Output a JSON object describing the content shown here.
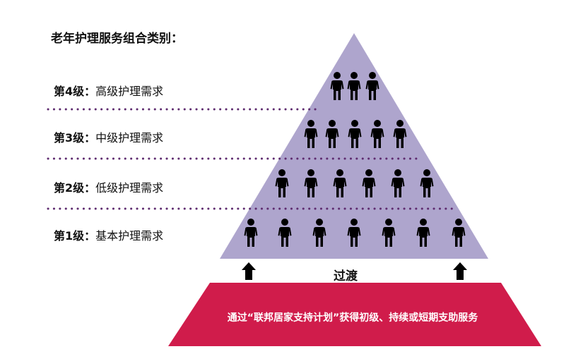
{
  "title": "老年护理服务组合类别：",
  "levels": [
    {
      "label": "第4级",
      "colon": "：",
      "desc": "高级护理需求",
      "people": 3
    },
    {
      "label": "第3级",
      "colon": "：",
      "desc": "中级护理需求",
      "people": 5
    },
    {
      "label": "第2级",
      "colon": "：",
      "desc": "低级护理需求",
      "people": 6
    },
    {
      "label": "第1级",
      "colon": "：",
      "desc": "基本护理需求",
      "people": 7
    }
  ],
  "transition_label": "过渡",
  "base_text": "通过“联邦居家支持计划”获得初级、持续或短期支助服务",
  "colors": {
    "pyramid": "#aea5cd",
    "base": "#d01c4b",
    "dots": "#5e2b6f",
    "person": "#000000",
    "arrow": "#000000"
  },
  "icons": [
    "person-icon",
    "arrow-up-icon"
  ]
}
